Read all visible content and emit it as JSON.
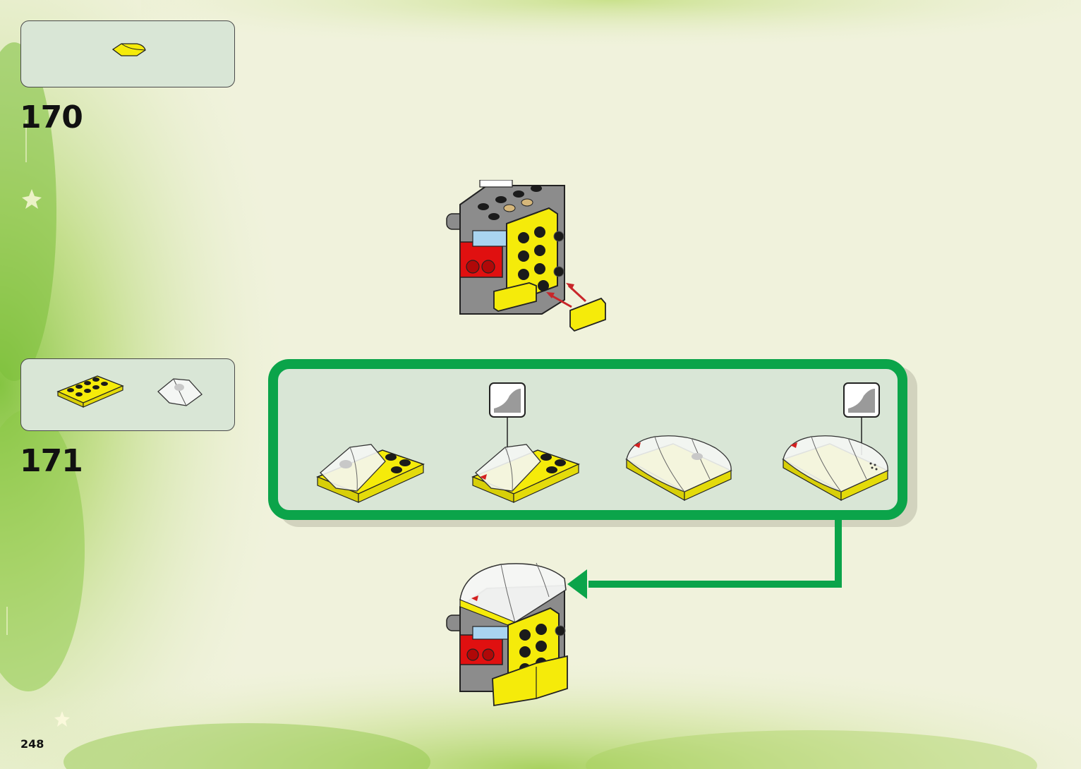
{
  "page": {
    "number": "248"
  },
  "steps": [
    {
      "number": "170",
      "parts": [
        "yellow-curved-slope-1x2"
      ]
    },
    {
      "number": "171",
      "parts": [
        "yellow-plate-2x4",
        "transparent-clear-slope-2x2"
      ]
    }
  ],
  "subassembly": {
    "stages": [
      "stage-1",
      "stage-2",
      "stage-3",
      "stage-4"
    ],
    "stickers": [
      "sticker-callout-1",
      "sticker-callout-2"
    ]
  },
  "colors": {
    "background": "#f0f2dc",
    "leaf_green": "#7fc23a",
    "panel_fill": "#d9e6d6",
    "subassembly_border": "#0ba44a",
    "lego_yellow": "#f5eb0a",
    "lego_gray": "#8c8c8c",
    "lego_black": "#1b1b1b",
    "lego_red": "#e01010",
    "lego_tan": "#d6b77a",
    "lego_light_blue": "#a9d4f0",
    "arrow_red": "#c8262a"
  }
}
